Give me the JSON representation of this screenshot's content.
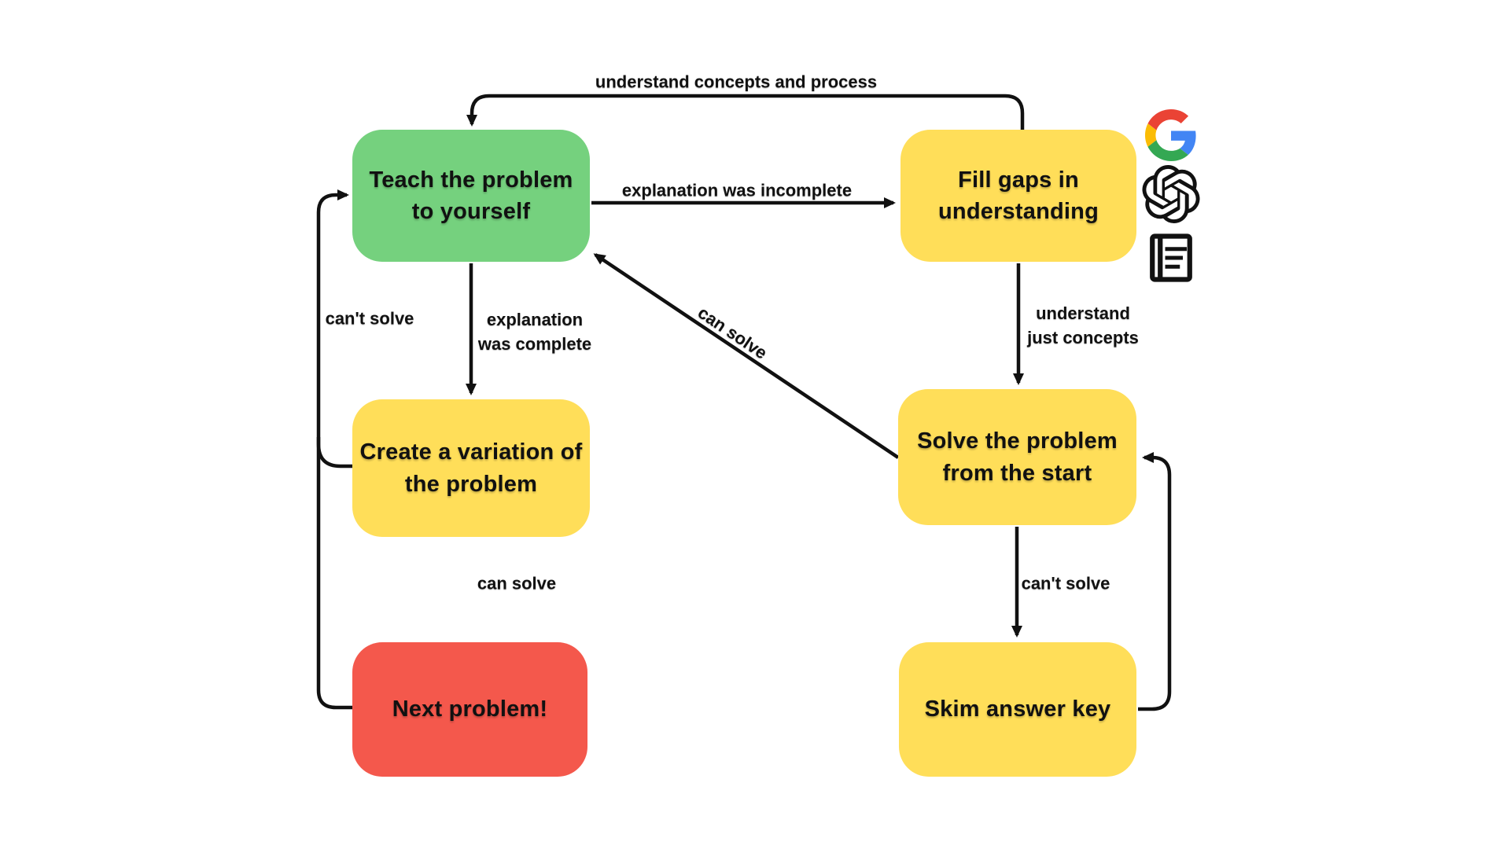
{
  "diagram": {
    "title_hint": "study-method flowchart",
    "colors": {
      "node_green": "#75D17E",
      "node_yellow": "#FFDE59",
      "node_red": "#F4584C",
      "line": "#111111",
      "text": "#111111",
      "background": "#FFFFFF"
    },
    "nodes": {
      "teach": {
        "label": "Teach the problem\nto yourself",
        "color": "green"
      },
      "fill_gaps": {
        "label": "Fill gaps in\nunderstanding",
        "color": "yellow"
      },
      "create_variation": {
        "label": "Create a variation of\nthe problem",
        "color": "yellow"
      },
      "solve_start": {
        "label": "Solve the problem\nfrom the start",
        "color": "yellow"
      },
      "next_problem": {
        "label": "Next problem!",
        "color": "red"
      },
      "skim_answer": {
        "label": "Skim answer key",
        "color": "yellow"
      }
    },
    "edge_labels": {
      "understand_concepts_process": "understand concepts and process",
      "explanation_incomplete": "explanation was incomplete",
      "cant_solve_left": "can't solve",
      "explanation_complete": "explanation\nwas complete",
      "can_solve_diagonal": "can solve",
      "understand_just_concepts": "understand\njust concepts",
      "can_solve_bottom": "can solve",
      "cant_solve_right": "can't solve"
    },
    "icons": [
      {
        "name": "google-logo"
      },
      {
        "name": "openai-logo"
      },
      {
        "name": "notebook-icon"
      }
    ]
  }
}
